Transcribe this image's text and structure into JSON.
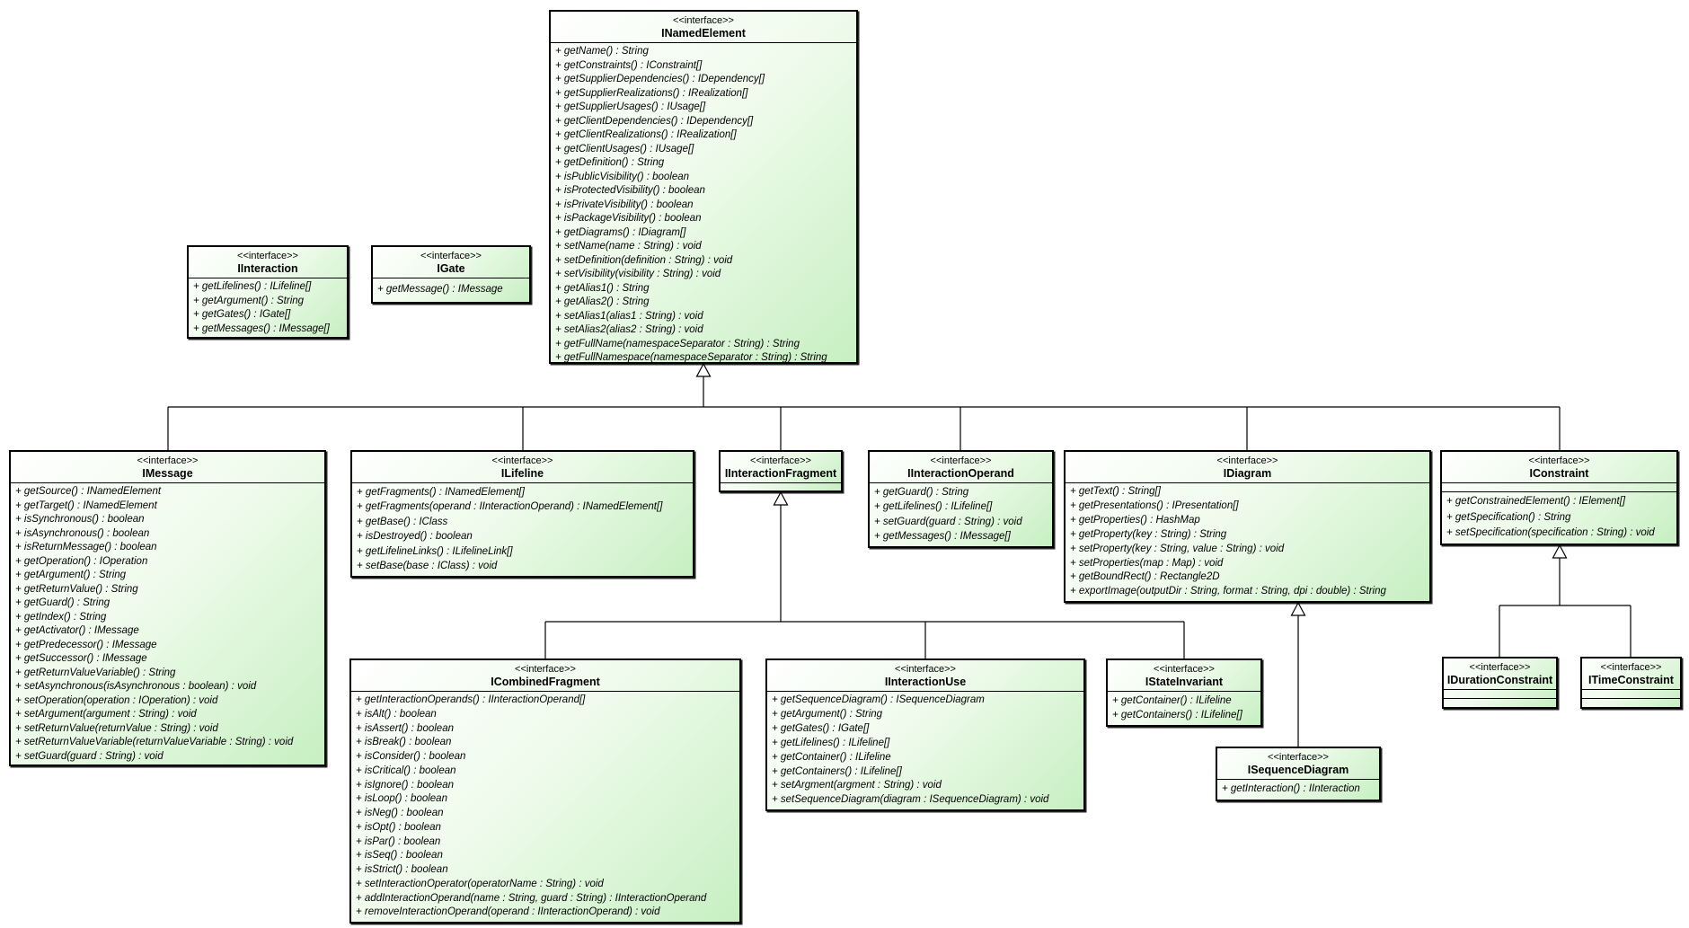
{
  "diagram": {
    "type": "uml-class-diagram",
    "stereotype_label": "<<interface>>",
    "box_border_color": "#000000",
    "box_fill_gradient": [
      "#ffffff",
      "#c7efc2"
    ],
    "connector_color": "#000000",
    "background_color": "#ffffff"
  },
  "interfaces": [
    {
      "name": "INamedElement",
      "stereotype": "<<interface>>",
      "methods": [
        "+ getName() : String",
        "+ getConstraints() : IConstraint[]",
        "+ getSupplierDependencies() : IDependency[]",
        "+ getSupplierRealizations() : IRealization[]",
        "+ getSupplierUsages() : IUsage[]",
        "+ getClientDependencies() : IDependency[]",
        "+ getClientRealizations() : IRealization[]",
        "+ getClientUsages() : IUsage[]",
        "+ getDefinition() : String",
        "+ isPublicVisibility() : boolean",
        "+ isProtectedVisibility() : boolean",
        "+ isPrivateVisibility() : boolean",
        "+ isPackageVisibility() : boolean",
        "+ getDiagrams() : IDiagram[]",
        "+ setName(name : String) : void",
        "+ setDefinition(definition : String) : void",
        "+ setVisibility(visibility : String) : void",
        "+ getAlias1() : String",
        "+ getAlias2() : String",
        "+ setAlias1(alias1 : String) : void",
        "+ setAlias2(alias2 : String) : void",
        "+ getFullName(namespaceSeparator : String) : String",
        "+ getFullNamespace(namespaceSeparator : String) : String"
      ]
    },
    {
      "name": "IInteraction",
      "stereotype": "<<interface>>",
      "methods": [
        "+ getLifelines() : ILifeline[]",
        "+ getArgument() : String",
        "+ getGates() : IGate[]",
        "+ getMessages() : IMessage[]"
      ]
    },
    {
      "name": "IGate",
      "stereotype": "<<interface>>",
      "methods": [
        "+ getMessage() : IMessage"
      ]
    },
    {
      "name": "IMessage",
      "stereotype": "<<interface>>",
      "methods": [
        "+ getSource() : INamedElement",
        "+ getTarget() : INamedElement",
        "+ isSynchronous() : boolean",
        "+ isAsynchronous() : boolean",
        "+ isReturnMessage() : boolean",
        "+ getOperation() : IOperation",
        "+ getArgument() : String",
        "+ getReturnValue() : String",
        "+ getGuard() : String",
        "+ getIndex() : String",
        "+ getActivator() : IMessage",
        "+ getPredecessor() : IMessage",
        "+ getSuccessor() : IMessage",
        "+ getReturnValueVariable() : String",
        "+ setAsynchronous(isAsynchronous : boolean) : void",
        "+ setOperation(operation : IOperation) : void",
        "+ setArgument(argument : String) : void",
        "+ setReturnValue(returnValue : String) : void",
        "+ setReturnValueVariable(returnValueVariable : String) : void",
        "+ setGuard(guard : String) : void"
      ]
    },
    {
      "name": "ILifeline",
      "stereotype": "<<interface>>",
      "methods": [
        "+ getFragments() : INamedElement[]",
        "+ getFragments(operand : IInteractionOperand) : INamedElement[]",
        "+ getBase() : IClass",
        "+ isDestroyed() : boolean",
        "+ getLifelineLinks() : ILifelineLink[]",
        "+ setBase(base : IClass) : void"
      ]
    },
    {
      "name": "IInteractionFragment",
      "stereotype": "<<interface>>",
      "methods": []
    },
    {
      "name": "IInteractionOperand",
      "stereotype": "<<interface>>",
      "methods": [
        "+ getGuard() : String",
        "+ getLifelines() : ILifeline[]",
        "+ setGuard(guard : String) : void",
        "+ getMessages() : IMessage[]"
      ]
    },
    {
      "name": "IDiagram",
      "stereotype": "<<interface>>",
      "methods": [
        "+ getText() : String[]",
        "+ getPresentations() : IPresentation[]",
        "+ getProperties() : HashMap",
        "+ getProperty(key : String) : String",
        "+ setProperty(key : String, value : String) : void",
        "+ setProperties(map : Map) : void",
        "+ getBoundRect() : Rectangle2D",
        "+ exportImage(outputDir : String, format : String, dpi : double) : String"
      ]
    },
    {
      "name": "IConstraint",
      "stereotype": "<<interface>>",
      "methods": [
        "+ getConstrainedElement() : IElement[]",
        "+ getSpecification() : String",
        "+ setSpecification(specification : String) : void"
      ]
    },
    {
      "name": "ICombinedFragment",
      "stereotype": "<<interface>>",
      "methods": [
        "+ getInteractionOperands() : IInteractionOperand[]",
        "+ isAlt() : boolean",
        "+ isAssert() : boolean",
        "+ isBreak() : boolean",
        "+ isConsider() : boolean",
        "+ isCritical() : boolean",
        "+ isIgnore() : boolean",
        "+ isLoop() : boolean",
        "+ isNeg() : boolean",
        "+ isOpt() : boolean",
        "+ isPar() : boolean",
        "+ isSeq() : boolean",
        "+ isStrict() : boolean",
        "+ setInteractionOperator(operatorName : String) : void",
        "+ addInteractionOperand(name : String, guard : String) : IInteractionOperand",
        "+ removeInteractionOperand(operand : IInteractionOperand) : void"
      ]
    },
    {
      "name": "IInteractionUse",
      "stereotype": "<<interface>>",
      "methods": [
        "+ getSequenceDiagram() : ISequenceDiagram",
        "+ getArgument() : String",
        "+ getGates() : IGate[]",
        "+ getLifelines() : ILifeline[]",
        "+ getContainer() : ILifeline",
        "+ getContainers() : ILifeline[]",
        "+ setArgment(argment : String) : void",
        "+ setSequenceDiagram(diagram : ISequenceDiagram) : void"
      ]
    },
    {
      "name": "IStateInvariant",
      "stereotype": "<<interface>>",
      "methods": [
        "+ getContainer() : ILifeline",
        "+ getContainers() : ILifeline[]"
      ]
    },
    {
      "name": "ISequenceDiagram",
      "stereotype": "<<interface>>",
      "methods": [
        "+ getInteraction() : IInteraction"
      ]
    },
    {
      "name": "IDurationConstraint",
      "stereotype": "<<interface>>",
      "methods": []
    },
    {
      "name": "ITimeConstraint",
      "stereotype": "<<interface>>",
      "methods": []
    }
  ],
  "relationships": [
    {
      "type": "generalization",
      "parent": "INamedElement",
      "children": [
        "IMessage",
        "ILifeline",
        "IInteractionFragment",
        "IInteractionOperand",
        "IDiagram",
        "IConstraint"
      ]
    },
    {
      "type": "generalization",
      "parent": "IInteractionFragment",
      "children": [
        "ICombinedFragment",
        "IInteractionUse",
        "IStateInvariant"
      ]
    },
    {
      "type": "generalization",
      "parent": "IDiagram",
      "children": [
        "ISequenceDiagram"
      ]
    },
    {
      "type": "generalization",
      "parent": "IConstraint",
      "children": [
        "IDurationConstraint",
        "ITimeConstraint"
      ]
    }
  ]
}
